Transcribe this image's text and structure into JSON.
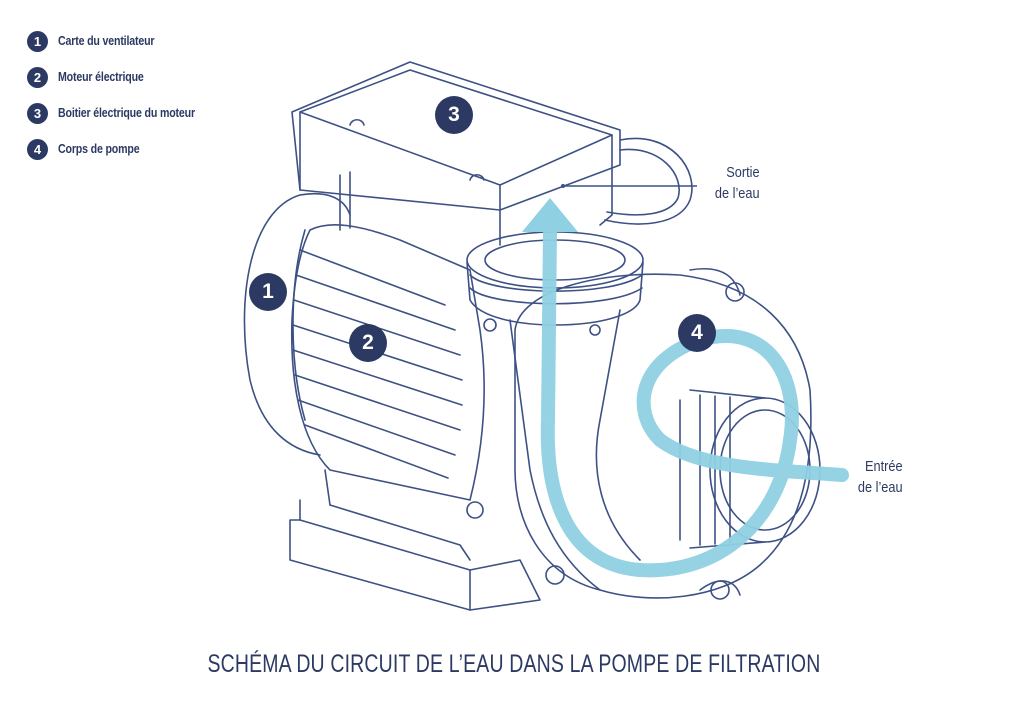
{
  "legend": {
    "items": [
      {
        "number": "1",
        "label": "Carte du ventilateur"
      },
      {
        "number": "2",
        "label": "Moteur électrique"
      },
      {
        "number": "3",
        "label": "Boitier électrique du moteur"
      },
      {
        "number": "4",
        "label": "Corps de pompe"
      }
    ]
  },
  "diagram": {
    "badges": [
      "1",
      "2",
      "3",
      "4"
    ],
    "outlet_label": {
      "line1": "Sortie",
      "line2": "de l’eau"
    },
    "inlet_label": {
      "line1": "Entrée",
      "line2": "de l’eau"
    }
  },
  "title": "SCHÉMA DU CIRCUIT DE L’EAU DANS LA POMPE DE FILTRATION",
  "colors": {
    "ink": "#2c3a63",
    "line": "#3d5185",
    "water": "#8fd0e3",
    "badge_text": "#ffffff"
  }
}
